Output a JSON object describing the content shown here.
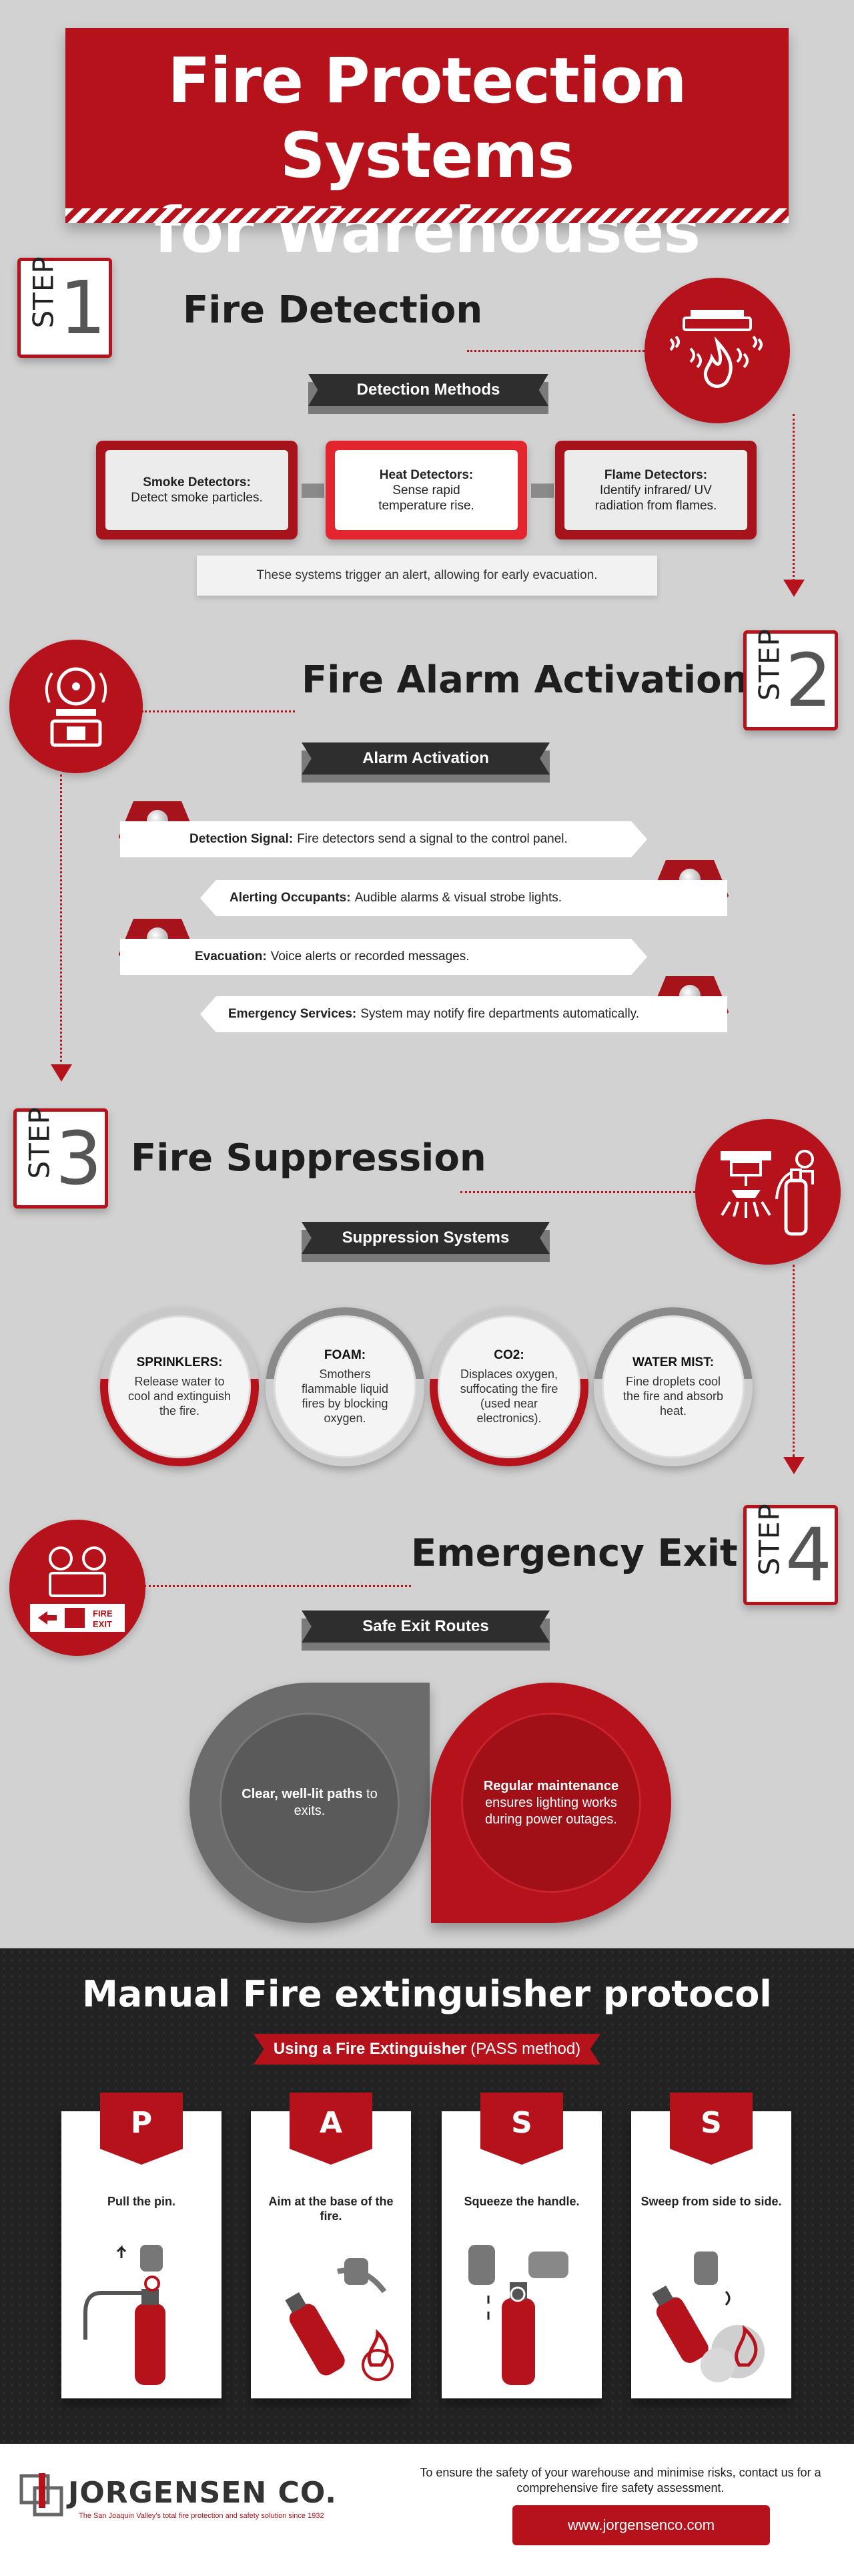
{
  "title": {
    "line1": "Fire Protection Systems",
    "line2": "for Warehouses"
  },
  "step_word": "STEP",
  "steps": [
    {
      "number": "1",
      "title": "Fire Detection",
      "banner": "Detection Methods",
      "cards": [
        {
          "heading": "Smoke Detectors:",
          "text": "Detect smoke particles."
        },
        {
          "heading": "Heat Detectors:",
          "text": "Sense rapid temperature rise."
        },
        {
          "heading": "Flame Detectors:",
          "text": "Identify infrared/ UV radiation from flames."
        }
      ],
      "note": "These systems trigger an alert, allowing for early evacuation."
    },
    {
      "number": "2",
      "title": "Fire Alarm Activation",
      "banner": "Alarm Activation",
      "rows": [
        {
          "heading": "Detection Signal:",
          "text": "Fire detectors send a signal to the control panel."
        },
        {
          "heading": "Alerting Occupants:",
          "text": "Audible alarms & visual strobe lights."
        },
        {
          "heading": "Evacuation:",
          "text": "Voice alerts or recorded messages."
        },
        {
          "heading": "Emergency Services:",
          "text": "System may notify fire departments automatically."
        }
      ]
    },
    {
      "number": "3",
      "title": "Fire Suppression",
      "banner": "Suppression Systems",
      "items": [
        {
          "heading": "SPRINKLERS:",
          "text": "Release water to cool and extinguish the fire."
        },
        {
          "heading": "FOAM:",
          "text": "Smothers flammable liquid fires by blocking oxygen."
        },
        {
          "heading": "CO2:",
          "text": "Displaces oxygen, suffocating the fire (used near electronics)."
        },
        {
          "heading": "WATER MIST:",
          "text": "Fine droplets cool the fire and absorb heat."
        }
      ]
    },
    {
      "number": "4",
      "title": "Emergency Exit",
      "banner": "Safe Exit Routes",
      "left": {
        "bold": "Clear, well-lit paths",
        "text": " to exits."
      },
      "right": {
        "bold": "Regular maintenance",
        "text": " ensures lighting works during power outages."
      },
      "exit_sign": {
        "line1": "FIRE",
        "line2": "EXIT"
      }
    }
  ],
  "manual": {
    "title": "Manual Fire extinguisher protocol",
    "banner_bold": "Using a Fire Extinguisher",
    "banner_rest": "(PASS method)",
    "cards": [
      {
        "letter": "P",
        "text": "Pull the pin."
      },
      {
        "letter": "A",
        "text": "Aim at the base of the fire."
      },
      {
        "letter": "S",
        "text": "Squeeze the handle."
      },
      {
        "letter": "S",
        "text": "Sweep from side to side."
      }
    ]
  },
  "footer": {
    "logo": "JORGENSEN CO.",
    "tagline": "The San Joaquin Valley's total fire protection and safety solution since 1932",
    "message": "To ensure the safety of your warehouse and minimise risks, contact us for a comprehensive fire safety assessment.",
    "url": "www.jorgensenco.com"
  },
  "colors": {
    "brand_red": "#b5121b",
    "dark": "#2e2e2e",
    "background": "#d2d2d2"
  },
  "icons": [
    "smoke-detector-icon",
    "flame-icon",
    "alarm-bell-icon",
    "sprinkler-icon",
    "extinguisher-icon",
    "exit-sign-icon"
  ]
}
